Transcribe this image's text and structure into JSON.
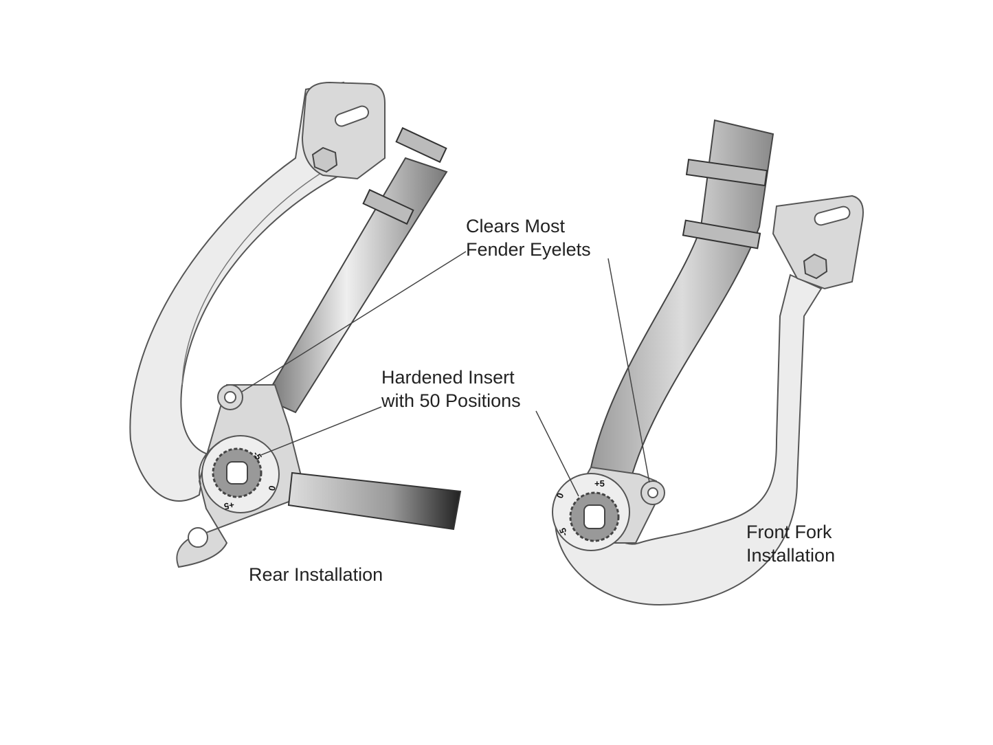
{
  "labels": {
    "clears_line1": "Clears Most",
    "clears_line2": "Fender Eyelets",
    "insert_line1": "Hardened Insert",
    "insert_line2": "with 50 Positions",
    "rear": "Rear Installation",
    "front_line1": "Front Fork",
    "front_line2": "Installation"
  },
  "dial_marks": {
    "minus": "-5",
    "zero": "0",
    "plus": "+5"
  },
  "colors": {
    "outline": "#555555",
    "plate": "#d9d9d9",
    "bracket": "#ececec",
    "tube_dark": "#6a6a6a",
    "tube_light": "#e6e6e6"
  }
}
